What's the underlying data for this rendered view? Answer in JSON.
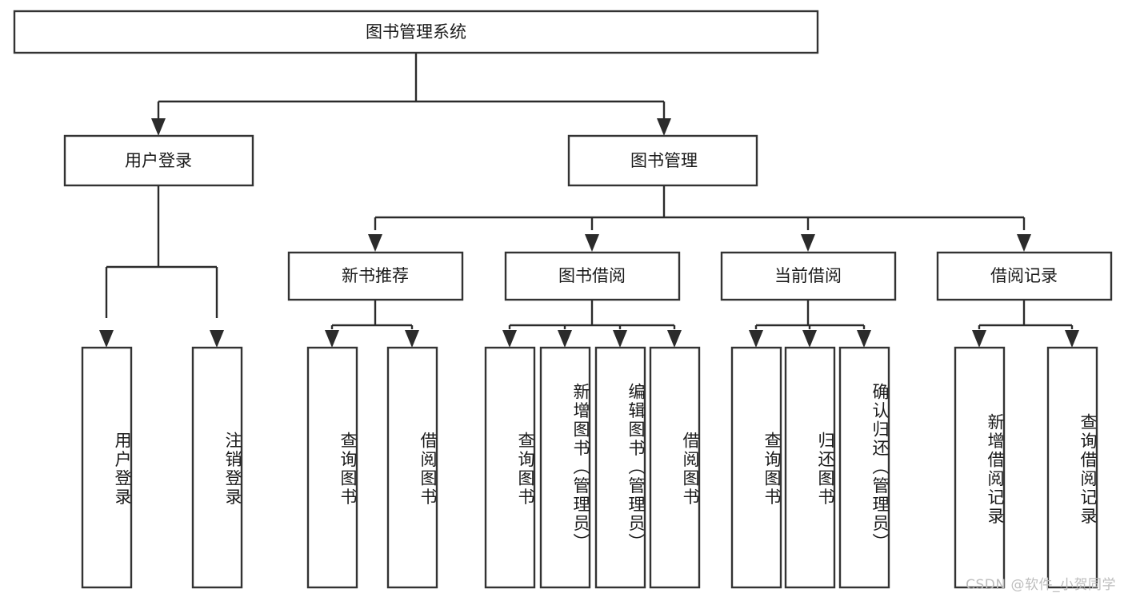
{
  "diagram": {
    "title": "图书管理系统",
    "type": "tree",
    "watermark": "CSDN @软件_小贺同学",
    "colors": {
      "box_fill": "#ffffff",
      "box_stroke": "#333333",
      "connector": "#2b2b2b",
      "text": "#1a1a1a",
      "watermark": "#bdbdbd",
      "background": "#ffffff"
    },
    "root": {
      "label": "图书管理系统"
    },
    "level2": [
      {
        "label": "用户登录"
      },
      {
        "label": "图书管理"
      }
    ],
    "level3": [
      {
        "label": "新书推荐"
      },
      {
        "label": "图书借阅"
      },
      {
        "label": "当前借阅"
      },
      {
        "label": "借阅记录"
      }
    ],
    "leaves": {
      "user_login": [
        {
          "label": "用户登录"
        },
        {
          "label": "注销登录"
        }
      ],
      "new_book_recommend": [
        {
          "label": "查询图书"
        },
        {
          "label": "借阅图书"
        }
      ],
      "book_borrow": [
        {
          "label": "查询图书"
        },
        {
          "label": "新增图书（管理员）"
        },
        {
          "label": "编辑图书（管理员）"
        },
        {
          "label": "借阅图书"
        }
      ],
      "current_borrow": [
        {
          "label": "查询图书"
        },
        {
          "label": "归还图书"
        },
        {
          "label": "确认归还（管理员）"
        }
      ],
      "borrow_record": [
        {
          "label": "新增借阅记录"
        },
        {
          "label": "查询借阅记录"
        }
      ]
    }
  }
}
